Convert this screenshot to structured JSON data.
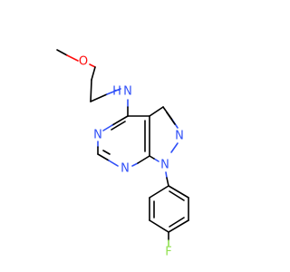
{
  "molecule": {
    "atoms": {
      "o_ether": {
        "symbol": "O",
        "color": "#FF0D0D"
      },
      "n_amine": {
        "symbol": "N",
        "color": "#3050F8"
      },
      "h_amine": {
        "symbol": "H",
        "color": "#3050F8"
      },
      "n_pyrimidine_1": {
        "symbol": "N",
        "color": "#3050F8"
      },
      "n_pyrimidine_2": {
        "symbol": "N",
        "color": "#3050F8"
      },
      "n_pyrazole_1": {
        "symbol": "N",
        "color": "#3050F8"
      },
      "n_pyrazole_2": {
        "symbol": "N",
        "color": "#3050F8"
      },
      "f_aryl": {
        "symbol": "F",
        "color": "#90E050"
      }
    }
  }
}
